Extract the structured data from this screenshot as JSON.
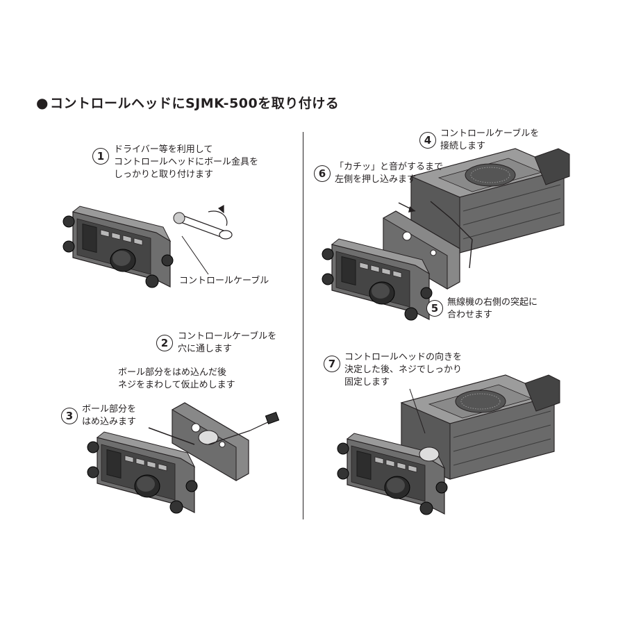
{
  "title": {
    "bullet": "●",
    "text": "コントロールヘッドにSJMK-500を取り付ける"
  },
  "steps": [
    {
      "num": "1",
      "lines": [
        "ドライバー等を利用して",
        "コントロールヘッドにボール金具を",
        "しっかりと取り付けます"
      ]
    },
    {
      "num": "2",
      "lines": [
        "コントロールケーブルを",
        "穴に通します"
      ]
    },
    {
      "num": "3",
      "lines": [
        "ボール部分を",
        "はめ込みます"
      ]
    },
    {
      "num": "4",
      "lines": [
        "コントロールケーブルを",
        "接続します"
      ]
    },
    {
      "num": "5",
      "lines": [
        "無線機の右側の突起に",
        "合わせます"
      ]
    },
    {
      "num": "6",
      "lines": [
        "「カチッ」と音がするまで",
        "左側を押し込みます"
      ]
    },
    {
      "num": "7",
      "lines": [
        "コントロールヘッドの向きを",
        "決定した後、ネジでしっかり",
        "固定します"
      ]
    }
  ],
  "labels": {
    "cable": "コントロールケーブル",
    "ball_note": [
      "ボール部分をはめ込んだ後",
      "ネジをまわして仮止めします"
    ]
  },
  "colors": {
    "ink": "#231f20",
    "body": "#5a5a5a",
    "dark": "#3a3a3a",
    "light": "#8a8a8a",
    "panel": "#7a7a7a"
  }
}
